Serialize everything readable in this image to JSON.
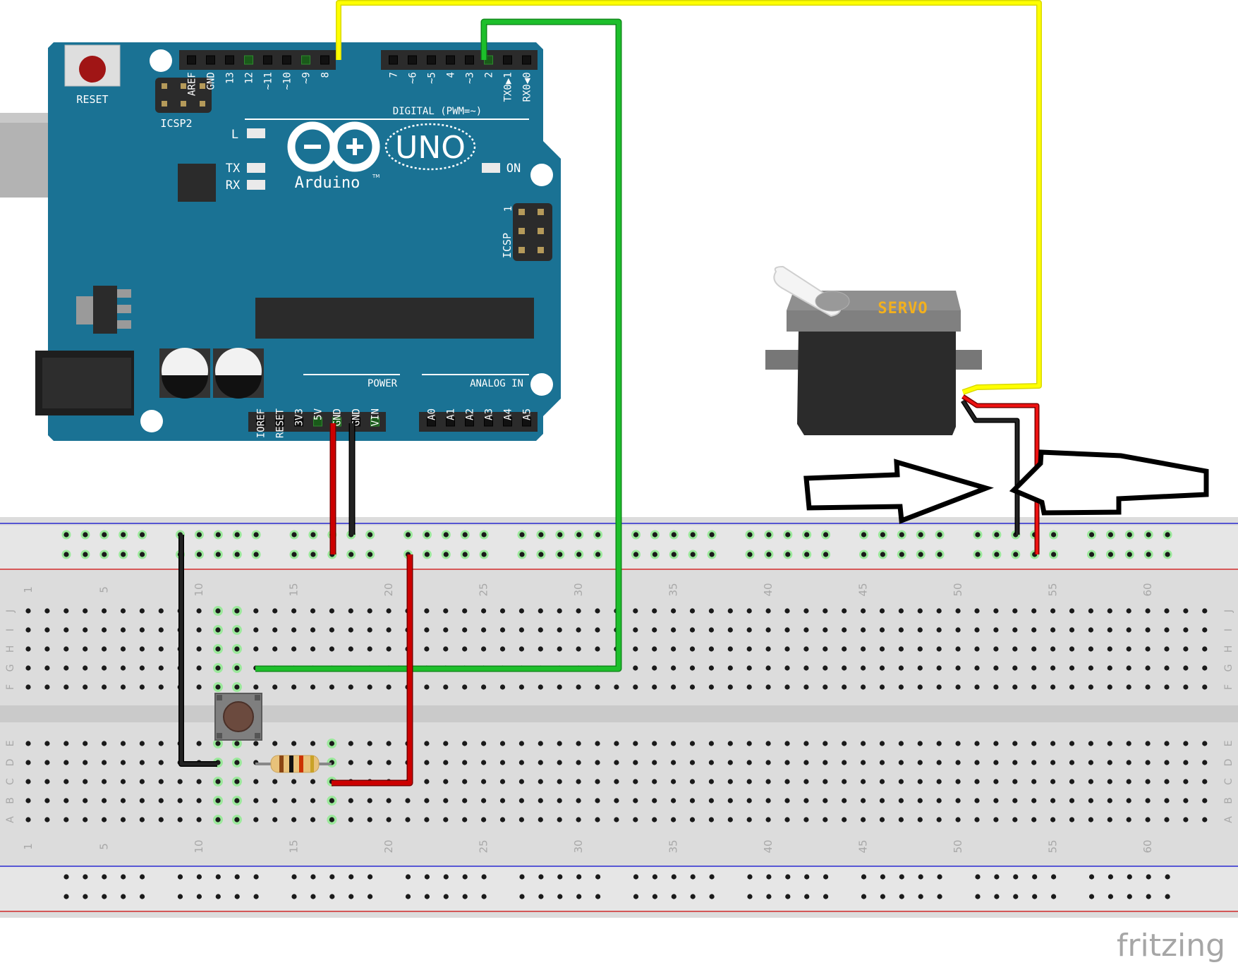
{
  "arduino": {
    "reset_label": "RESET",
    "icsp2_label": "ICSP2",
    "icsp_label": "ICSP",
    "icsp_pin1": "1",
    "brand": "Arduino",
    "tm": "TM",
    "model": "UNO",
    "led_l": "L",
    "led_tx": "TX",
    "led_rx": "RX",
    "led_on": "ON",
    "digital_header": "DIGITAL (PWM=~)",
    "power_header": "POWER",
    "analog_header": "ANALOG IN",
    "digital_pins_left": [
      "AREF",
      "GND",
      "13",
      "12",
      "~11",
      "~10",
      "~9",
      "8"
    ],
    "digital_pins_right": [
      "7",
      "~6",
      "~5",
      "4",
      "~3",
      "2",
      "TX0▶1",
      "RX0◀0"
    ],
    "power_pins": [
      "IOREF",
      "RESET",
      "3V3",
      "5V",
      "GND",
      "GND",
      "VIN"
    ],
    "analog_pins": [
      "A0",
      "A1",
      "A2",
      "A3",
      "A4",
      "A5"
    ]
  },
  "servo": {
    "label": "SERVO"
  },
  "breadboard": {
    "column_numbers": [
      "1",
      "5",
      "10",
      "15",
      "20",
      "25",
      "30",
      "35",
      "40",
      "45",
      "50",
      "55",
      "60"
    ],
    "row_letters_top": [
      "J",
      "I",
      "H",
      "G",
      "F"
    ],
    "row_letters_bottom": [
      "E",
      "D",
      "C",
      "B",
      "A"
    ]
  },
  "watermark": "fritzing",
  "colors": {
    "board": "#1a7294",
    "wire_yellow": "#ffff00",
    "wire_green": "#1dbf2b",
    "wire_red": "#cc0000",
    "wire_black": "#111111",
    "breadboard": "#dcdcdc",
    "rail_blue": "#2a2ad0",
    "rail_red": "#d02a2a",
    "servo_body": "#2b2b2b",
    "servo_label": "#f2b01e"
  }
}
